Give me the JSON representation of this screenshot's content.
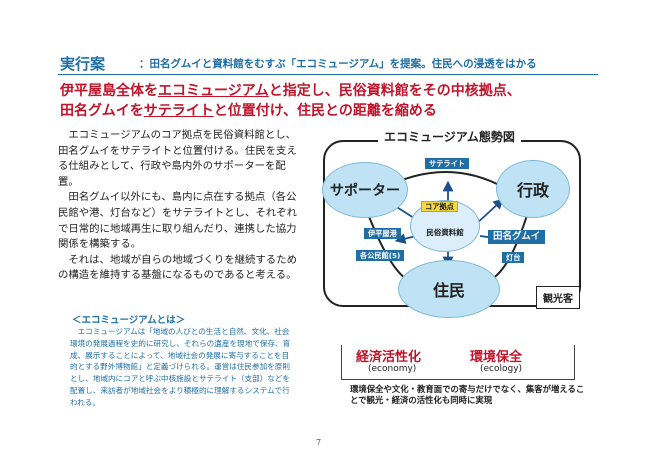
{
  "header": {
    "main": "実行案",
    "sub": "：田名グムイと資料館をむすぶ「エコミュージアム」を提案。住民への浸透をはかる"
  },
  "lead": {
    "line1_a": "伊平屋島全体を",
    "line1_u": "エコミュージアム",
    "line1_b": "と指定し、民俗資料館をその中核拠点、",
    "line2_a": "田名グムイを",
    "line2_u": "サテライト",
    "line2_b": "と位置付け、住民との距離を縮める"
  },
  "description": [
    "エコミュージアムのコア拠点を民俗資料館とし、田名グムイをサテライトと位置付ける。住民を支える仕組みとして、行政や島内外のサポーターを配置。",
    "田名グムイ以外にも、島内に点在する拠点（各公民館や港、灯台など）をサテライトとし、それぞれで日常的に地域再生に取り組んだり、連携した協力関係を構築する。",
    "それは、地域が自らの地域づくりを継続するための構造を維持する基盤になるものであると考える。"
  ],
  "ecomuseum_note": {
    "heading": "＜エコミュージアムとは＞",
    "body": "エコミュージアムは「地域の人びとの生活と自然、文化、社会環境の発展過程を史的に研究し、それらの遺産を現地で保存、育成、展示することによって、地域社会の発展に寄与することを目的とする野外博物館」と定義づけられる。運営は住民参加を原則とし、地域内にコアと呼ぶ中核施設とサテライト（支部）などを配置し、来訪者が地域社会をより積極的に理解するシステムで行われる。"
  },
  "diagram": {
    "title": "エコミュージアム態勢図",
    "supporter": "サポーター",
    "gyosei": "行政",
    "jumin": "住民",
    "satellite_tag": "サテライト",
    "core_tag": "コア拠点",
    "core_label": "民俗資料館",
    "ihiya_port": "伊平屋港",
    "kominkan": "各公民館(5)",
    "tana_gumui": "田名グムイ",
    "todai": "灯台",
    "kankou": "観光客"
  },
  "bottom": {
    "economy": "経済活性化",
    "economy_en": "(economy)",
    "ecology": "環境保全",
    "ecology_en": "(ecology)",
    "note": "環境保全や文化・教育面での寄与だけでなく、集客が増えることで観光・経済の活性化も同時に実現"
  },
  "page_number": "7",
  "colors": {
    "heading_blue": "#1f6fa5",
    "accent_red": "#c0142a",
    "circle_fill": "#bfe3f4"
  }
}
